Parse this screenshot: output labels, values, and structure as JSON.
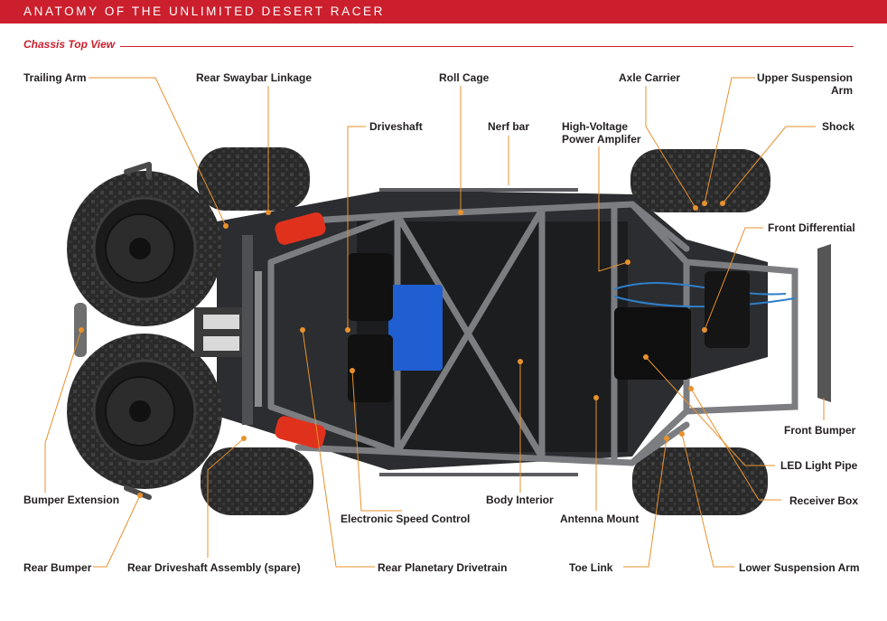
{
  "header": {
    "title": "ANATOMY OF THE UNLIMITED DESERT RACER"
  },
  "section": {
    "title": "Chassis Top View"
  },
  "colors": {
    "accent": "#cc1f2d",
    "leader": "#e8912d",
    "text": "#231f20"
  },
  "labels": {
    "trailing_arm": "Trailing Arm",
    "rear_swaybar_linkage": "Rear Swaybar Linkage",
    "roll_cage": "Roll Cage",
    "axle_carrier": "Axle Carrier",
    "upper_suspension_arm_1": "Upper Suspension",
    "upper_suspension_arm_2": "Arm",
    "driveshaft": "Driveshaft",
    "nerf_bar": "Nerf bar",
    "hv_amp_1": "High-Voltage",
    "hv_amp_2": "Power Amplifer",
    "shock": "Shock",
    "front_differential": "Front Differential",
    "front_bumper": "Front Bumper",
    "led_light_pipe": "LED Light Pipe",
    "bumper_extension": "Bumper Extension",
    "body_interior": "Body Interior",
    "receiver_box": "Receiver Box",
    "electronic_speed_control": "Electronic Speed Control",
    "antenna_mount": "Antenna Mount",
    "rear_bumper": "Rear Bumper",
    "rear_driveshaft_assembly": "Rear Driveshaft Assembly (spare)",
    "rear_planetary_drivetrain": "Rear Planetary Drivetrain",
    "toe_link": "Toe Link",
    "lower_suspension_arm": "Lower Suspension Arm"
  }
}
